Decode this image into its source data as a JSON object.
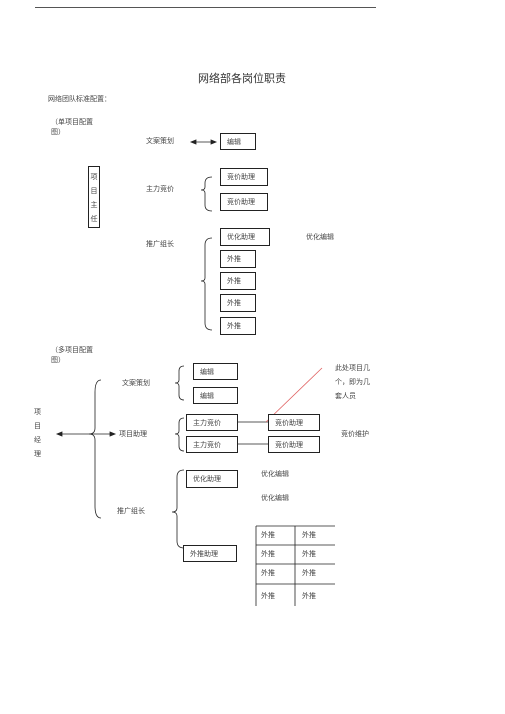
{
  "title": "网络部各岗位职责",
  "intro": "网络团队标准配置：",
  "single": {
    "heading_line1": "（单项目配置",
    "heading_line2": "图）",
    "manager_chars": [
      "项",
      "目",
      "主",
      "任"
    ],
    "copy_planner": "文案策划",
    "editor": "编辑",
    "main_bidding": "主力竞价",
    "bid_assistants": [
      "竞价助理",
      "竞价助理"
    ],
    "promo_lead": "推广组长",
    "seo_assistant": "优化助理",
    "seo_editor": "优化编辑",
    "outreach": [
      "外推",
      "外推",
      "外推",
      "外推"
    ]
  },
  "multi": {
    "heading_line1": "（多项目配置",
    "heading_line2": "图）",
    "manager_chars": [
      "项",
      "目",
      "经",
      "理"
    ],
    "copy_planner": "文案策划",
    "editors": [
      "编辑",
      "编辑"
    ],
    "note_lines": [
      "此处项目几",
      "个，即为几",
      "套人员"
    ],
    "project_assistant": "项目助理",
    "main_bidding": [
      "主力竞价",
      "主力竞价"
    ],
    "bid_assistants": [
      "竞价助理",
      "竞价助理"
    ],
    "bid_maintenance": "竞价维护",
    "promo_lead": "推广组长",
    "seo_assistant": "优化助理",
    "seo_editors": [
      "优化编辑",
      "优化编辑"
    ],
    "outreach_assistant": "外推助理",
    "outreach_table": [
      [
        "外推",
        "外推"
      ],
      [
        "外推",
        "外推"
      ],
      [
        "外推",
        "外推"
      ],
      [
        "外推",
        "外推"
      ]
    ]
  }
}
